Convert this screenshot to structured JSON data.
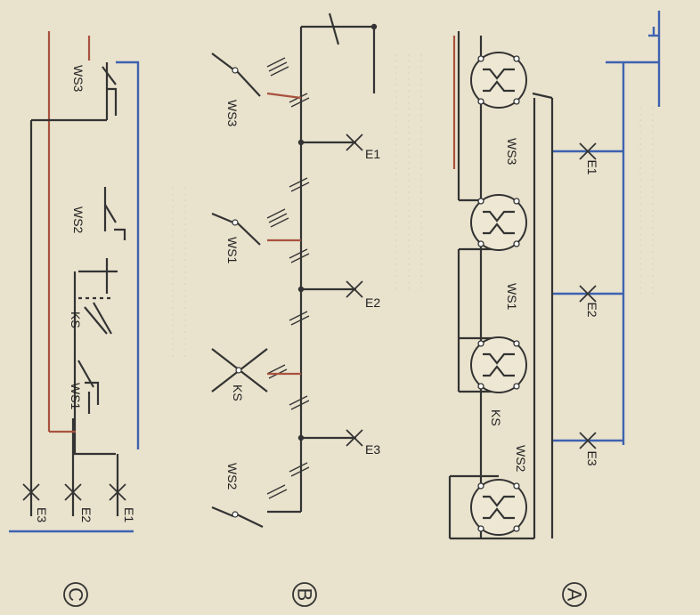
{
  "diagram": {
    "panels": [
      {
        "id": "A",
        "label": "A"
      },
      {
        "id": "B",
        "label": "B"
      },
      {
        "id": "C",
        "label": "C"
      }
    ],
    "components": {
      "ws3": "WS3",
      "ws2": "WS2",
      "ws1": "WS1",
      "ks": "KS",
      "e1": "E1",
      "e2": "E2",
      "e3": "E3"
    },
    "colors": {
      "background": "#e9e2cd",
      "conductor_black": "#333333",
      "conductor_blue": "#3e62b0",
      "conductor_red": "#a8523f"
    }
  }
}
